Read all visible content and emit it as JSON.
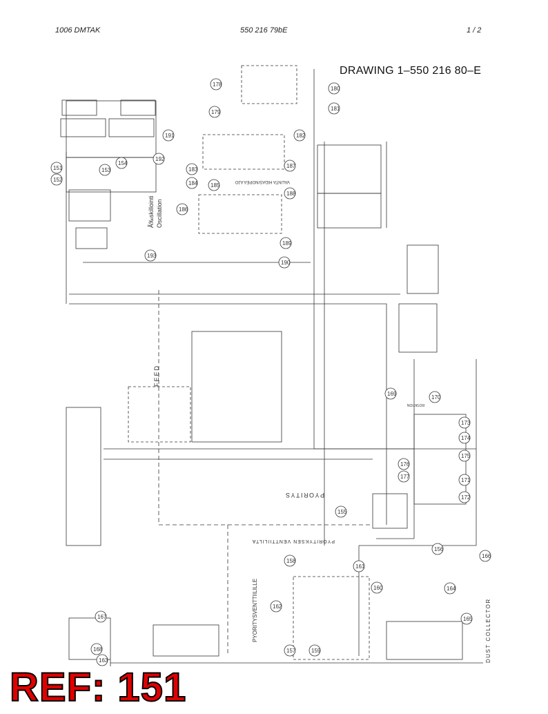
{
  "header": {
    "doc_code": "1006   DMTAK",
    "doc_number": "550 216 79bE",
    "page": "1 /   2"
  },
  "drawing_title": "DRAWING  1–550 216 80–E",
  "labels": {
    "feed": "FEED",
    "oscillation_fi": "Ã‰skillointi",
    "oscillation_en": "Oscillation",
    "pyoritys": "PYORITYS",
    "pyorityksen_venttiilta": "PYORITYKSEN VENTTIILILTA",
    "pyoritysventtiilille": "PYORITYSVENTTIILILLE",
    "dust_collector": "DUST COLLECTOR",
    "valinta": "VALINTA HIDAS/NOPEA AJO",
    "rotation": "ROTATION"
  },
  "callouts": [
    "151",
    "152",
    "153",
    "154",
    "155",
    "156",
    "157",
    "158",
    "159",
    "160",
    "161",
    "162",
    "163",
    "164",
    "165",
    "166",
    "167",
    "168",
    "169",
    "170",
    "171",
    "172",
    "173",
    "174",
    "175",
    "176",
    "177",
    "178",
    "179",
    "180",
    "181",
    "182",
    "183",
    "184",
    "185",
    "186",
    "187",
    "188",
    "189",
    "190",
    "191",
    "192",
    "193"
  ],
  "ref_label": "REF: 151",
  "colors": {
    "line": "#333333",
    "ref": "#e00000",
    "ref_outline": "#000000"
  }
}
